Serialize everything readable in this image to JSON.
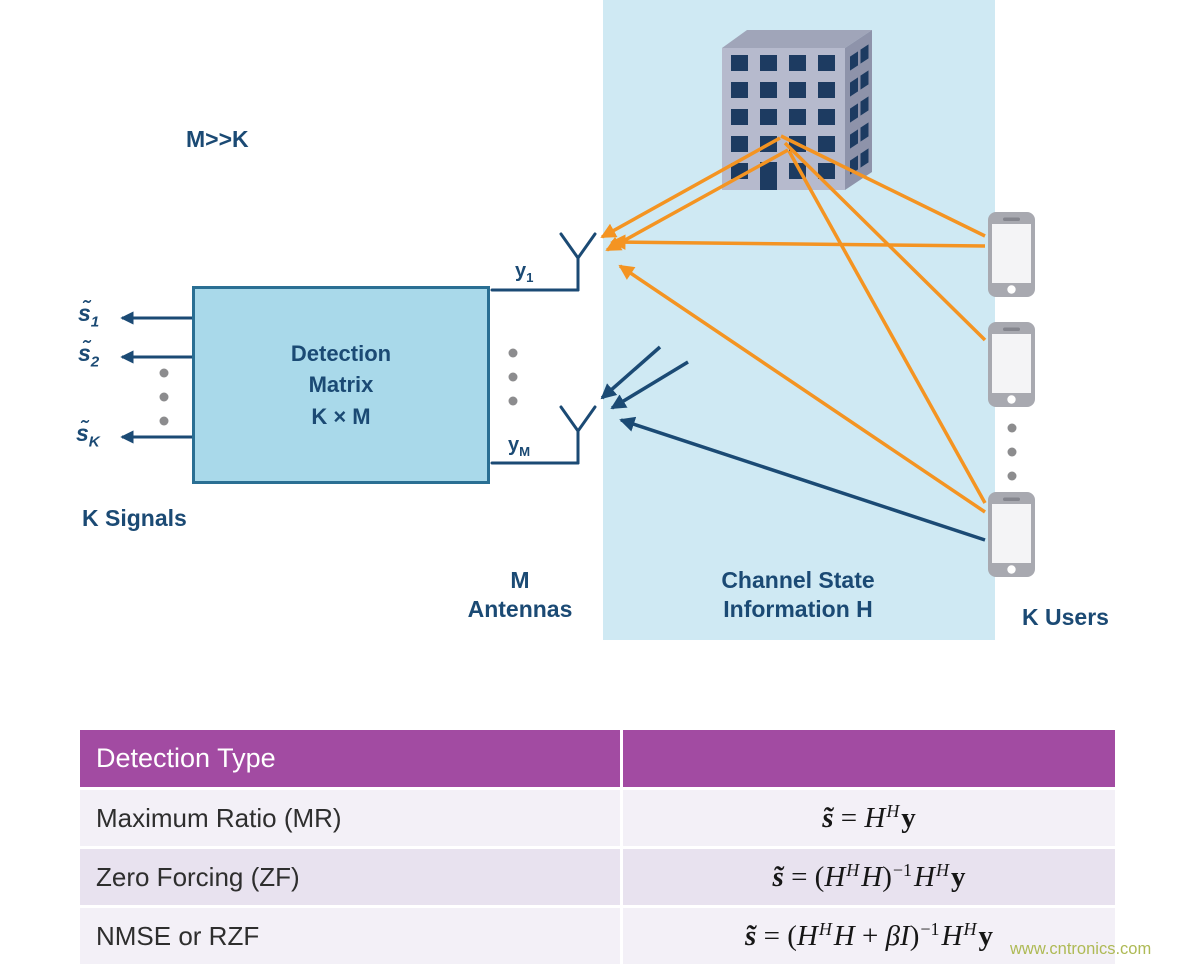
{
  "diagram": {
    "m_gg_k": "M>>K",
    "box": {
      "line1": "Detection",
      "line2": "Matrix",
      "line3": "K × M"
    },
    "signals": [
      {
        "base": "s̃",
        "sub": "1"
      },
      {
        "base": "s̃",
        "sub": "2"
      },
      {
        "base": "s̃",
        "sub": "K"
      }
    ],
    "k_signals": "K Signals",
    "y1": {
      "base": "y",
      "sub": "1"
    },
    "yM": {
      "base": "y",
      "sub": "M"
    },
    "m_antennas": {
      "line1": "M",
      "line2": "Antennas"
    },
    "channel": {
      "line1": "Channel State",
      "line2": "Information H"
    },
    "k_users": "K Users"
  },
  "icons": {
    "building": "building-icon",
    "phone": "phone-icon",
    "antenna": "antenna-icon",
    "dots": "ellipsis-dots"
  },
  "table": {
    "header": "Detection Type",
    "rows": [
      {
        "label": "Maximum Ratio (MR)",
        "formula": [
          {
            "t": "s̃",
            "k": "sv"
          },
          {
            "t": " = ",
            "k": "t"
          },
          {
            "t": "H",
            "k": "it"
          },
          {
            "t": "H",
            "k": "si"
          },
          {
            "t": "y",
            "k": "b"
          }
        ]
      },
      {
        "label": "Zero Forcing (ZF)",
        "formula": [
          {
            "t": "s̃",
            "k": "sv"
          },
          {
            "t": " = (",
            "k": "t"
          },
          {
            "t": "H",
            "k": "it"
          },
          {
            "t": "H",
            "k": "si"
          },
          {
            "t": "H",
            "k": "it"
          },
          {
            "t": ")",
            "k": "t"
          },
          {
            "t": "−1",
            "k": "sn"
          },
          {
            "t": "H",
            "k": "it"
          },
          {
            "t": "H",
            "k": "si"
          },
          {
            "t": "y",
            "k": "b"
          }
        ]
      },
      {
        "label": "NMSE or RZF",
        "formula": [
          {
            "t": "s̃",
            "k": "sv"
          },
          {
            "t": " = (",
            "k": "t"
          },
          {
            "t": "H",
            "k": "it"
          },
          {
            "t": "H",
            "k": "si"
          },
          {
            "t": "H",
            "k": "it"
          },
          {
            "t": " + ",
            "k": "t"
          },
          {
            "t": "βI",
            "k": "it"
          },
          {
            "t": ")",
            "k": "t"
          },
          {
            "t": "−1",
            "k": "sn"
          },
          {
            "t": "H",
            "k": "it"
          },
          {
            "t": "H",
            "k": "si"
          },
          {
            "t": "y",
            "k": "b"
          }
        ]
      }
    ]
  },
  "watermark": "www.cntronics.com",
  "colors": {
    "navy": "#1b4a74",
    "orange": "#f49422",
    "band": "#cfe9f3",
    "box_fill": "#a9d9ea",
    "box_border": "#2a6f93",
    "table_header": "#a24ba2",
    "row_light": "#f3f0f7",
    "row_mid": "#e8e2ef",
    "phone_gray": "#a8a9b0",
    "watermark": "#aeba55"
  }
}
